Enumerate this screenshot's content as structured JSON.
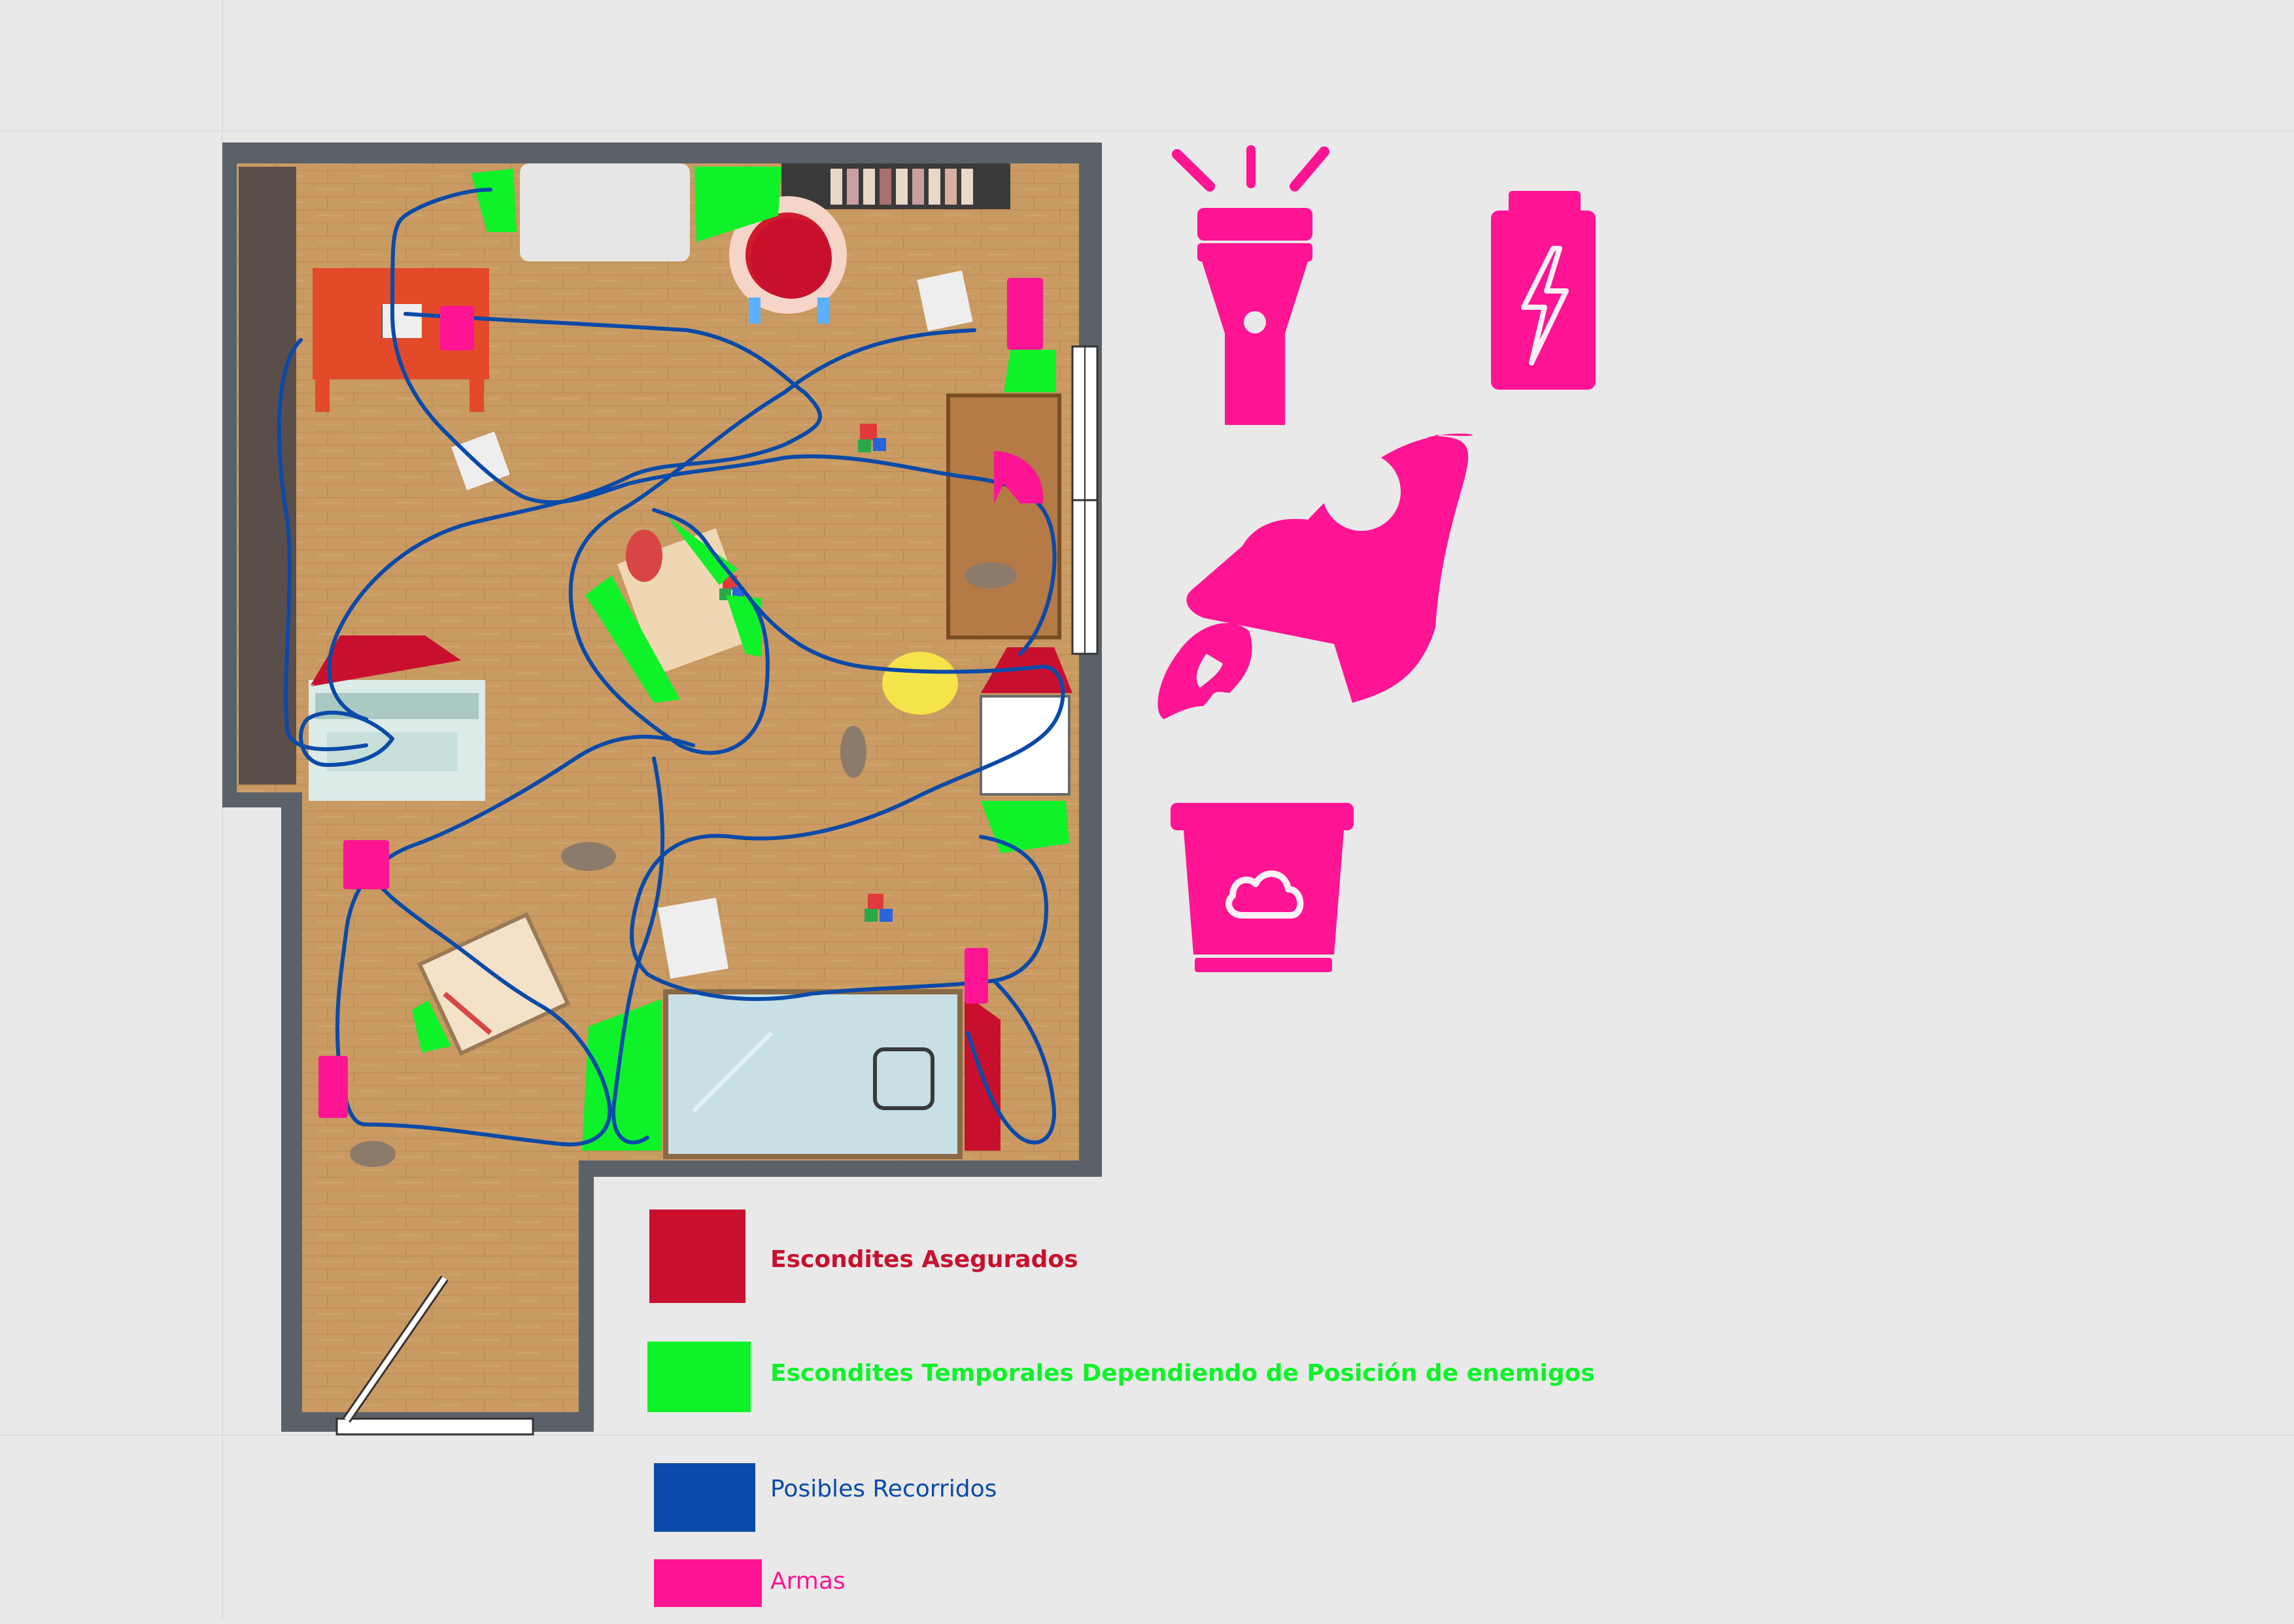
{
  "colors": {
    "background": "#e9e9e9",
    "wall": "#5b6169",
    "floor": "#c89a63",
    "secured": "#c8102e",
    "temporary": "#0ff22a",
    "route": "#0a4aa8",
    "weapon": "#ff1493"
  },
  "legend": {
    "secured": {
      "label": "Escondites Asegurados",
      "color": "#c8102e",
      "icon": "red-square"
    },
    "temporary": {
      "label": "Escondites Temporales Dependiendo de Posición de enemigos",
      "color": "#0ff22a",
      "icon": "green-square"
    },
    "routes": {
      "label": "Posibles Recorridos",
      "color": "#0a4aa8",
      "icon": "blue-square"
    },
    "weapons": {
      "label": "Armas",
      "color": "#ff1493",
      "icon": "pink-square"
    }
  },
  "weapons": [
    "flashlight-icon",
    "battery-icon",
    "rocket-icon",
    "slime-bucket-icon"
  ]
}
